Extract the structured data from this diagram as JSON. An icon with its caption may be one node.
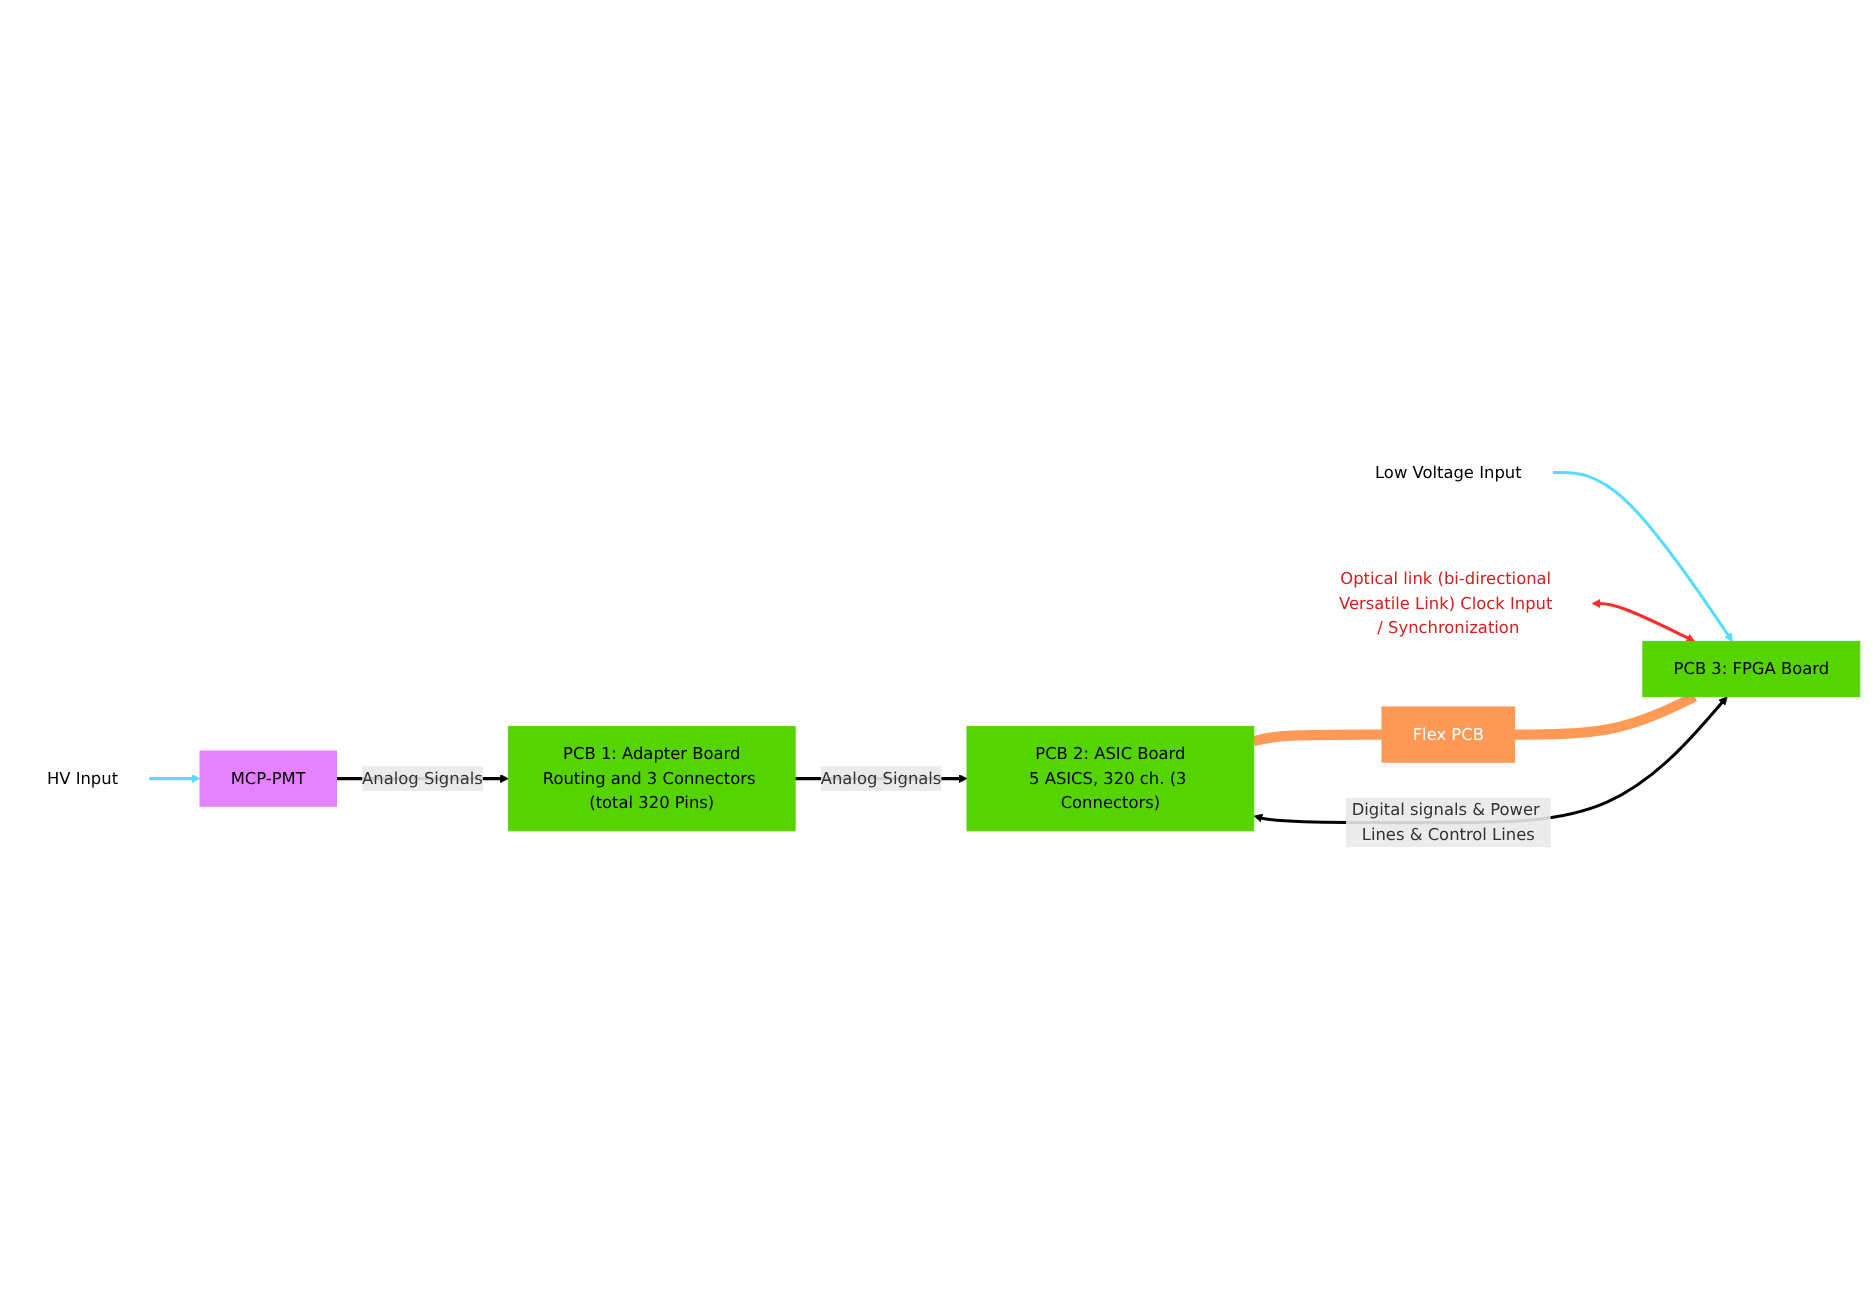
{
  "diagram": {
    "nodes": [
      {
        "text": [
          "MCP-PMT"
        ]
      },
      {
        "text": [
          "PCB 1: Adapter Board",
          "Routing and 3 Connectors (total 320 Pins)"
        ]
      },
      {
        "text": [
          "PCB 2: ASIC Board",
          "5 ASICS, 320 ch. (3 Connectors)"
        ]
      },
      {
        "text": [
          "PCB 3: FPGA Board"
        ]
      },
      {
        "text": [
          "HV Input"
        ]
      },
      {
        "text": [
          "Low Voltage Input"
        ]
      },
      {
        "text": [
          "Optical link (bi-directional Versatile Link) Clock Input / Synchronization"
        ]
      },
      {
        "text": [
          "Flex PCB"
        ]
      }
    ],
    "edges": [
      {
        "from": 0,
        "to": 1,
        "arrow": "to",
        "label": "Analog Signals"
      },
      {
        "from": 1,
        "to": 2,
        "arrow": "to",
        "label": "Analog Signals"
      },
      {
        "from": 4,
        "to": 0,
        "arrow": "to",
        "color": "#55ddff"
      },
      {
        "from": 5,
        "to": 3,
        "arrow": "to",
        "color": "#55ddff"
      },
      {
        "from": 6,
        "to": 3,
        "arrow": "both",
        "color": "#ff2a2a"
      },
      {
        "from": 2,
        "to": 7,
        "arrow": "none",
        "style": "thick",
        "color": "#ff9955"
      },
      {
        "from": 7,
        "to": 3,
        "arrow": "none",
        "style": "thick",
        "color": "#ff9955"
      },
      {
        "from": 2,
        "to": 3,
        "arrow": "both",
        "label": "Digital signals & Power Lines & Control Lines"
      }
    ]
  }
}
